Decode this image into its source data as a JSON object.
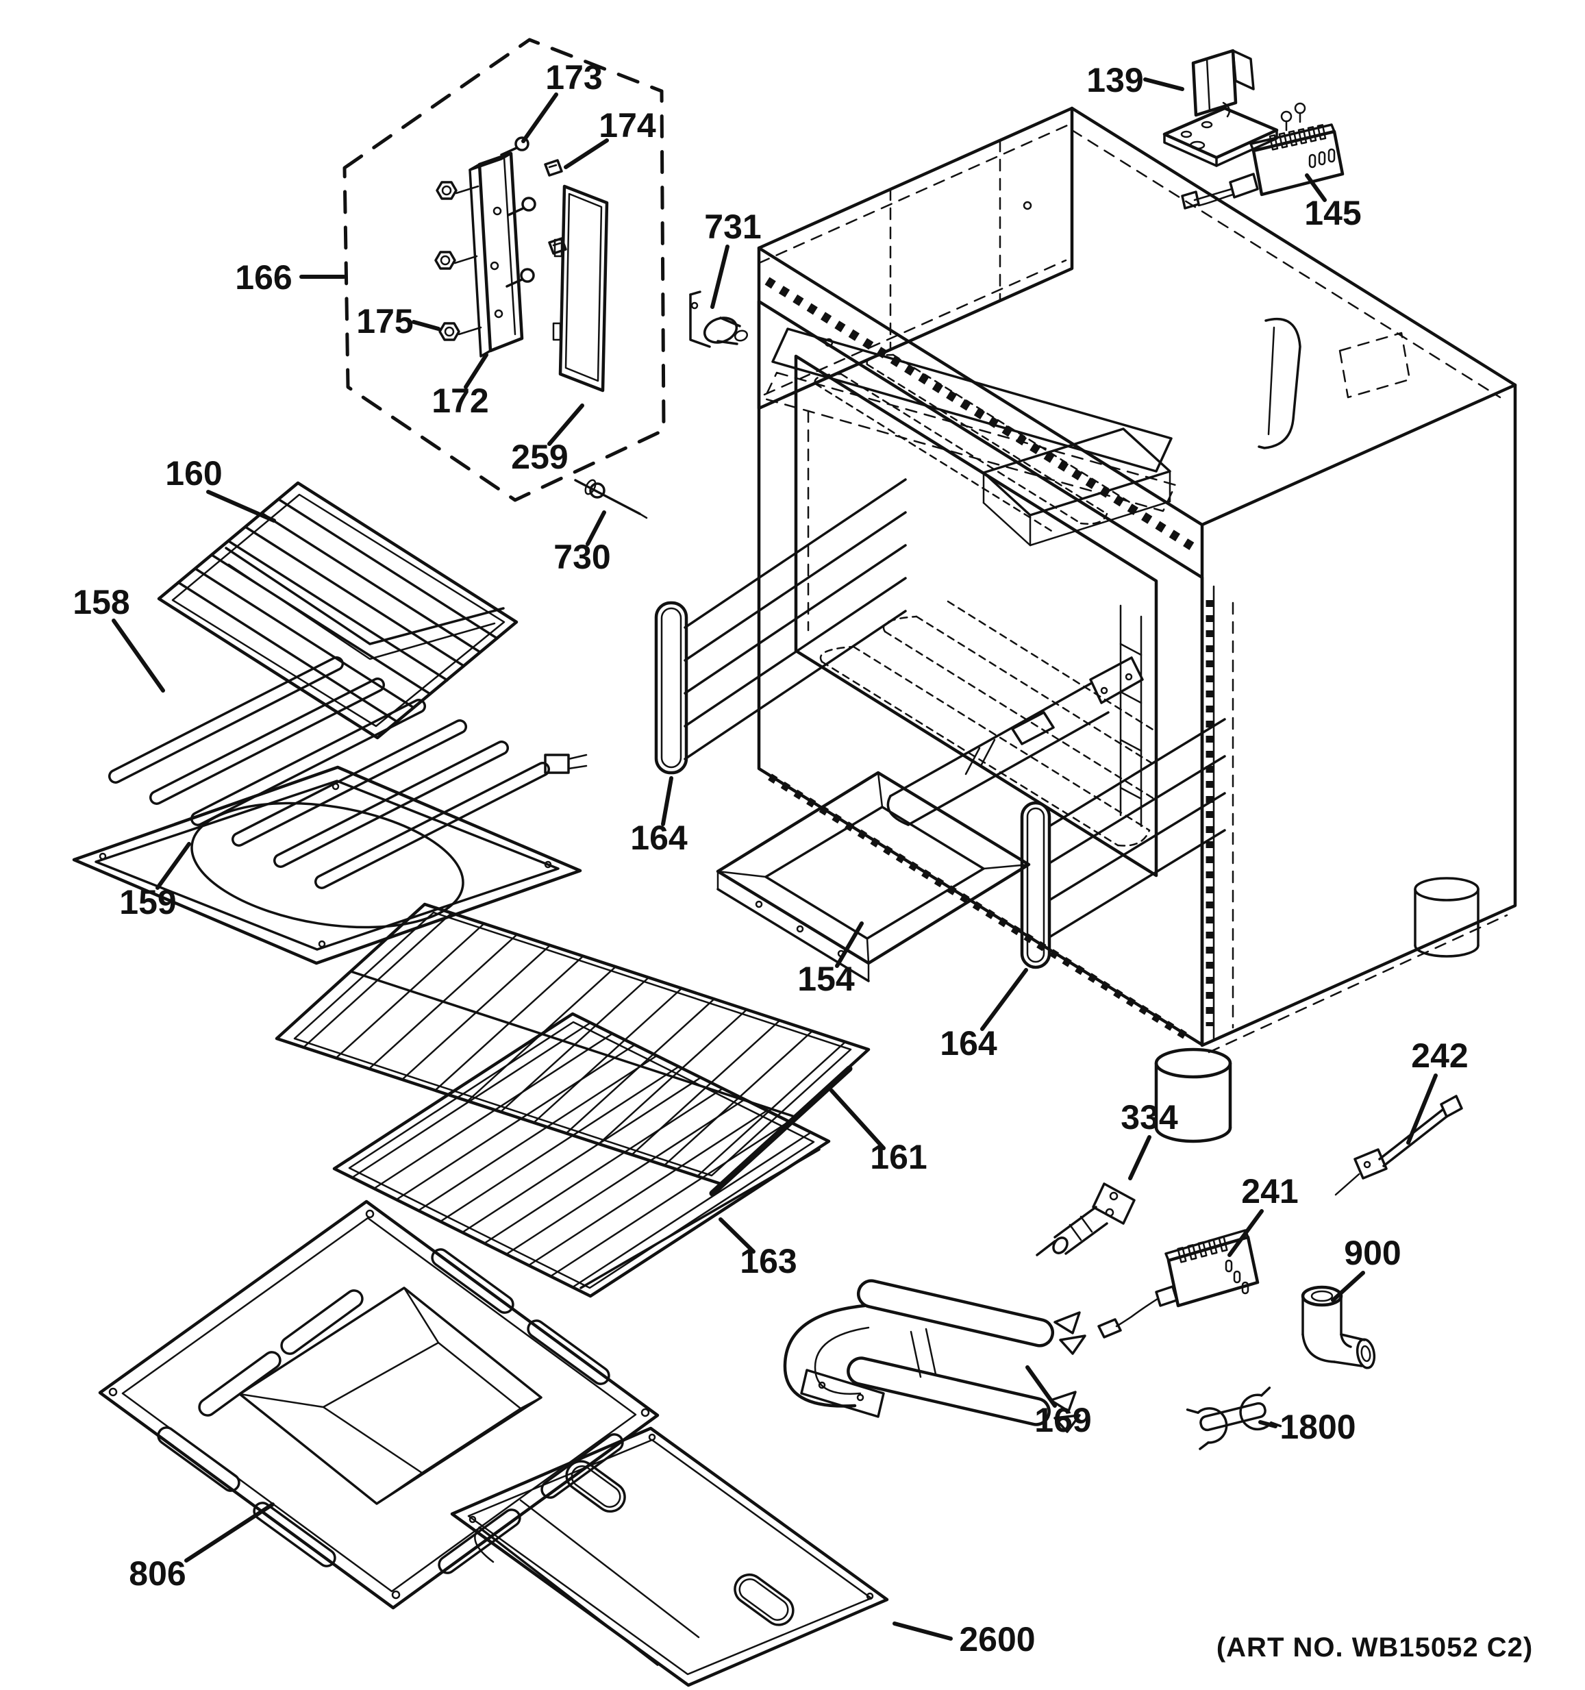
{
  "diagram": {
    "type": "exploded-parts-diagram",
    "art_no": "(ART NO. WB15052 C2)",
    "background_color": "#ffffff",
    "line_color": "#111111",
    "labels": [
      {
        "text": "173"
      },
      {
        "text": "174"
      },
      {
        "text": "166"
      },
      {
        "text": "175"
      },
      {
        "text": "172"
      },
      {
        "text": "259"
      },
      {
        "text": "731"
      },
      {
        "text": "139"
      },
      {
        "text": "145"
      },
      {
        "text": "730"
      },
      {
        "text": "160"
      },
      {
        "text": "158"
      },
      {
        "text": "159"
      },
      {
        "text": "164"
      },
      {
        "text": "154"
      },
      {
        "text": "164"
      },
      {
        "text": "161"
      },
      {
        "text": "163"
      },
      {
        "text": "806"
      },
      {
        "text": "2600"
      },
      {
        "text": "334"
      },
      {
        "text": "241"
      },
      {
        "text": "242"
      },
      {
        "text": "900"
      },
      {
        "text": "169"
      },
      {
        "text": "1800"
      }
    ]
  }
}
